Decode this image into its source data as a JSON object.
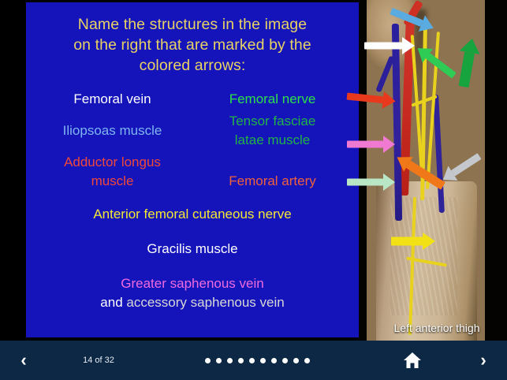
{
  "slide": {
    "background_color": "#1414ba",
    "title": "Name the structures in the image on the right that are marked by the colored arrows:",
    "title_color": "#e8d264",
    "answers": [
      {
        "label": "Femoral vein",
        "color": "#ffffff"
      },
      {
        "label": "Femoral nerve",
        "color": "#2de04a"
      },
      {
        "label": "Iliopsoas muscle",
        "color": "#7fb5f0"
      },
      {
        "label": "Tensor fasciae latae muscle",
        "color": "#22b248"
      },
      {
        "label": "Adductor longus muscle",
        "color": "#f0483c"
      },
      {
        "label": "Femoral artery",
        "color": "#f0603c"
      },
      {
        "label": "Anterior femoral cutaneous nerve",
        "color": "#f4e836"
      },
      {
        "label": "Gracilis muscle",
        "color": "#ffffff"
      },
      {
        "label": "Greater saphenous vein",
        "color": "#f06ae0"
      },
      {
        "label": "and accessory saphenous vein",
        "color": "#d8d8d8"
      }
    ],
    "answer_lines": {
      "femoral_vein": "Femoral vein",
      "femoral_nerve": "Femoral nerve",
      "iliopsoas": "Iliopsoas muscle",
      "tensor_fasciae_latae_1": "Tensor fasciae",
      "tensor_fasciae_latae_2": "latae muscle",
      "adductor_longus_1": "Adductor longus",
      "adductor_longus_2": "muscle",
      "femoral_artery": "Femoral artery",
      "anterior_femoral_cutaneous_nerve": "Anterior femoral cutaneous nerve",
      "gracilis": "Gracilis muscle",
      "greater_saphenous_vein": "Greater saphenous vein",
      "accessory_and": "and ",
      "accessory_saphenous_vein": "accessory saphenous vein"
    },
    "title_lines": {
      "line1": "Name the structures in the image",
      "line2": "on the right that are marked by the",
      "line3": "colored arrows:"
    }
  },
  "photo": {
    "caption": "Left anterior thigh",
    "arrows": [
      {
        "name": "light-blue-arrow",
        "color": "#5aabe0"
      },
      {
        "name": "white-arrow",
        "color": "#ffffff"
      },
      {
        "name": "green-arrow-upper",
        "color": "#2ecc55"
      },
      {
        "name": "dark-green-arrow",
        "color": "#17a33e"
      },
      {
        "name": "red-arrow",
        "color": "#e8391c"
      },
      {
        "name": "pink-arrow",
        "color": "#f07ad2"
      },
      {
        "name": "orange-arrow",
        "color": "#f07818"
      },
      {
        "name": "gray-arrow",
        "color": "#c4c8cc"
      },
      {
        "name": "mint-arrow",
        "color": "#b9e6c4"
      },
      {
        "name": "yellow-arrow",
        "color": "#f2e215"
      }
    ]
  },
  "footer": {
    "background_color": "#0d2844",
    "prev_icon": "chevron-left-icon",
    "prev_label": "‹",
    "next_icon": "chevron-right-icon",
    "next_label": "›",
    "page_indicator": "14 of 32",
    "home_icon": "home-icon",
    "dot_count": 10
  }
}
